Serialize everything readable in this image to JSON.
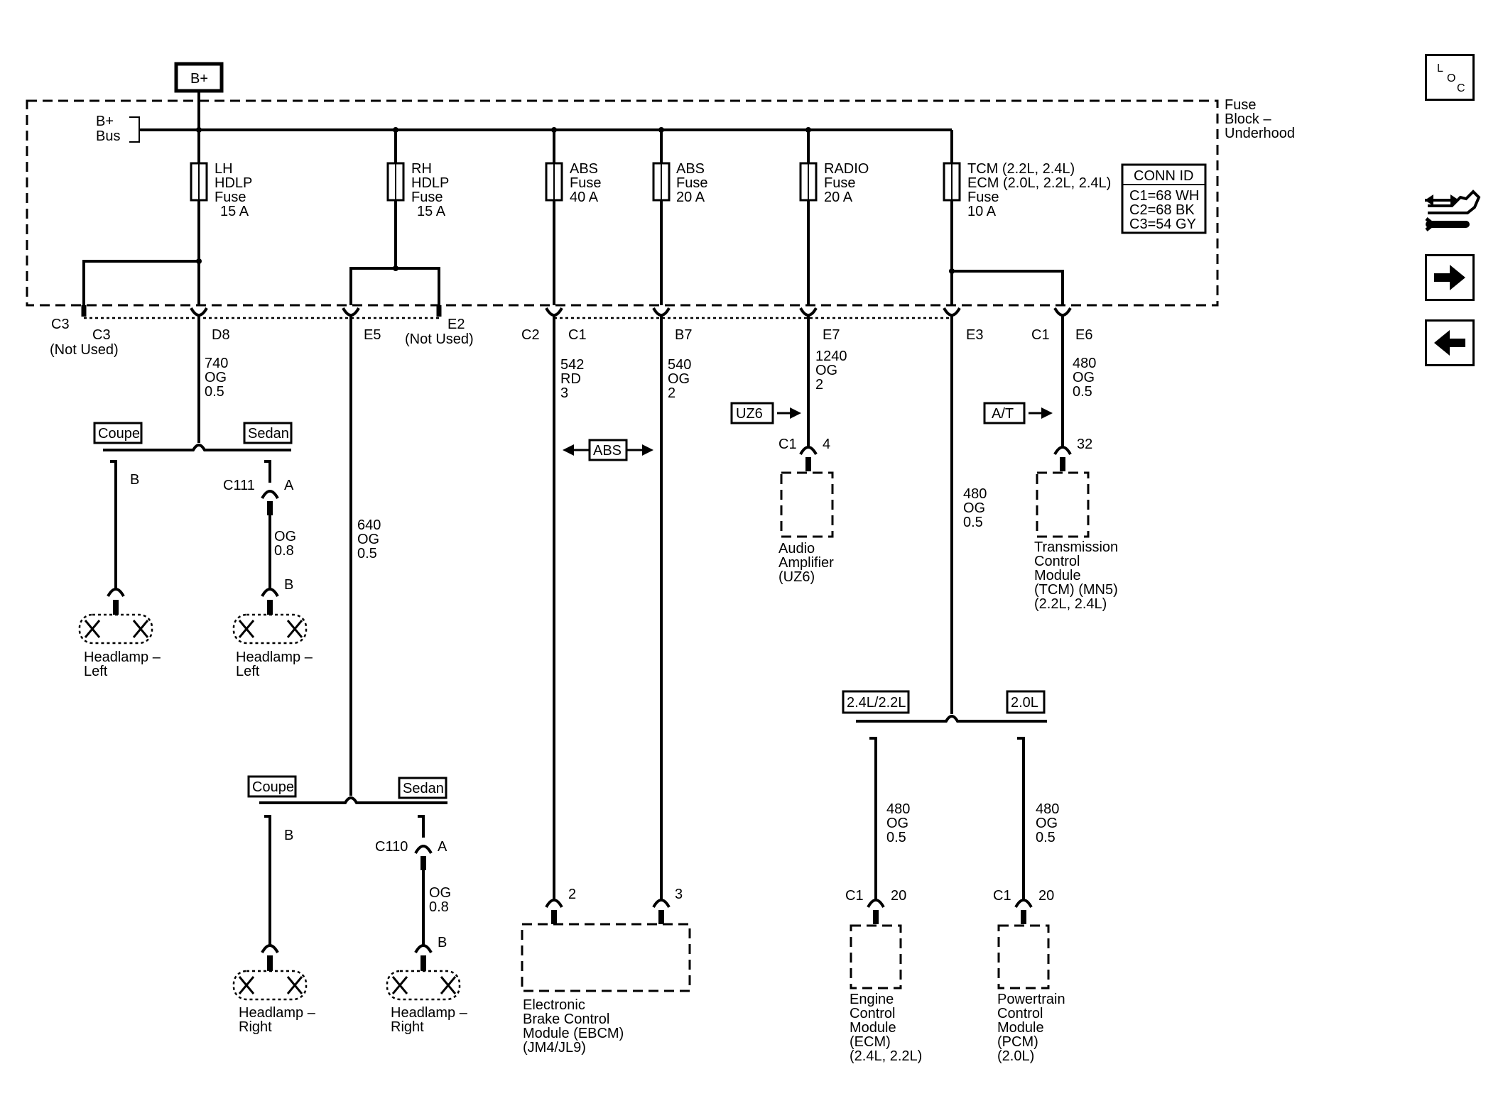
{
  "supply": {
    "label": "B+"
  },
  "bus": {
    "line1": "B+",
    "line2": "Bus"
  },
  "fuse_block": {
    "line1": "Fuse",
    "line2": "Block –",
    "line3": "Underhood"
  },
  "conn_id": {
    "title": "CONN ID",
    "c1": "C1=68 WH",
    "c2": "C2=68 BK",
    "c3": "C3=54 GY"
  },
  "fuses": [
    {
      "lines": [
        "LH",
        "HDLP",
        "Fuse",
        "15 A"
      ]
    },
    {
      "lines": [
        "RH",
        "HDLP",
        "Fuse",
        "15 A"
      ]
    },
    {
      "lines": [
        "ABS",
        "Fuse",
        "40 A"
      ]
    },
    {
      "lines": [
        "ABS",
        "Fuse",
        "20 A"
      ]
    },
    {
      "lines": [
        "RADIO",
        "Fuse",
        "20 A"
      ]
    },
    {
      "lines": [
        "TCM (2.2L, 2.4L)",
        "ECM (2.0L, 2.2L, 2.4L)",
        "Fuse",
        "10 A"
      ]
    }
  ],
  "pins": {
    "c3_left": "C3",
    "c3": "C3",
    "not_used_1": "(Not Used)",
    "d8": "D8",
    "e5": "E5",
    "e2": "E2",
    "not_used_2": "(Not Used)",
    "c2": "C2",
    "c1_a": "C1",
    "b7": "B7",
    "e7": "E7",
    "e3": "E3",
    "c1_b": "C1",
    "e6": "E6"
  },
  "wires": {
    "w740": [
      "740",
      "OG",
      "0.5"
    ],
    "w640": [
      "640",
      "OG",
      "0.5"
    ],
    "w542": [
      "542",
      "RD",
      "3"
    ],
    "w540": [
      "540",
      "OG",
      "2"
    ],
    "w1240": [
      "1240",
      "OG",
      "2"
    ],
    "w480_tcm": [
      "480",
      "OG",
      "0.5"
    ],
    "w480_e3": [
      "480",
      "OG",
      "0.5"
    ],
    "w480_ecm": [
      "480",
      "OG",
      "0.5"
    ],
    "w480_pcm": [
      "480",
      "OG",
      "0.5"
    ],
    "og08_l": [
      "OG",
      "0.8"
    ],
    "og08_r": [
      "OG",
      "0.8"
    ]
  },
  "options": {
    "coupe_1": "Coupe",
    "sedan_1": "Sedan",
    "coupe_2": "Coupe",
    "sedan_2": "Sedan",
    "uz6": "UZ6",
    "at": "A/T",
    "abs": "ABS",
    "opt_24_22": "2.4L/2.2L",
    "opt_20": "2.0L"
  },
  "connectors": {
    "b_l1": "B",
    "c111": "C111",
    "a_l": "A",
    "b_l2": "B",
    "b_r1": "B",
    "c110": "C110",
    "a_r": "A",
    "b_r2": "B",
    "amp_c1": "C1",
    "amp_4": "4",
    "tcm_32": "32",
    "ebcm_2": "2",
    "ebcm_3": "3",
    "ecm_c1": "C1",
    "ecm_20": "20",
    "pcm_c1": "C1",
    "pcm_20": "20"
  },
  "components": {
    "headlamp_l1": [
      "Headlamp –",
      "Left"
    ],
    "headlamp_l2": [
      "Headlamp –",
      "Left"
    ],
    "headlamp_r1": [
      "Headlamp –",
      "Right"
    ],
    "headlamp_r2": [
      "Headlamp –",
      "Right"
    ],
    "amp": [
      "Audio",
      "Amplifier",
      "(UZ6)"
    ],
    "tcm": [
      "Transmission",
      "Control",
      "Module",
      "(TCM) (MN5)",
      "(2.2L, 2.4L)"
    ],
    "ebcm": [
      "Electronic",
      "Brake Control",
      "Module (EBCM)",
      "(JM4/JL9)"
    ],
    "ecm": [
      "Engine",
      "Control",
      "Module",
      "(ECM)",
      "(2.4L, 2.2L)"
    ],
    "pcm": [
      "Powertrain",
      "Control",
      "Module",
      "(PCM)",
      "(2.0L)"
    ]
  },
  "nav": {
    "loc_l": "L",
    "loc_o": "O",
    "loc_c": "C"
  }
}
